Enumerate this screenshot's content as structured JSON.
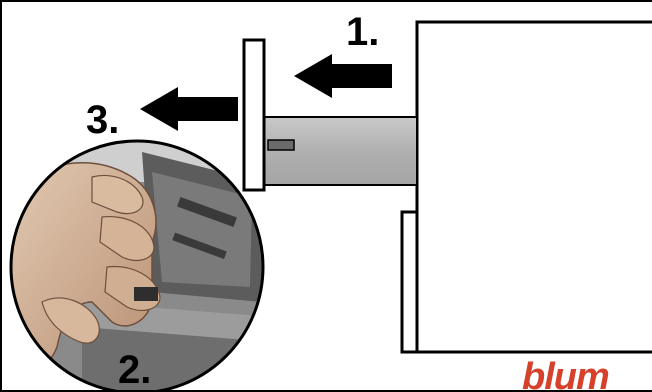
{
  "steps": {
    "step1": "1.",
    "step2": "2.",
    "step3": "3."
  },
  "brand": {
    "logo_text": "blum"
  },
  "colors": {
    "outline": "#000000",
    "drawer_front": "#ffffff",
    "runner": "#b5b5b5",
    "photo_background": "#8c8c8c",
    "brand": "#d5412b"
  },
  "icons": {
    "arrow_step1": "arrow-left-icon",
    "arrow_step3": "arrow-left-icon"
  }
}
